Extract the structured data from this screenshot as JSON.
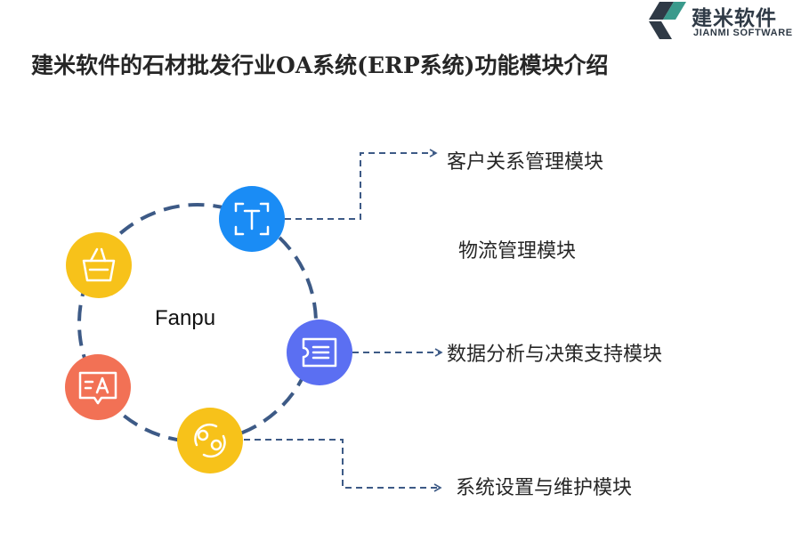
{
  "brand": {
    "name_cn": "建米软件",
    "name_en": "JIANMI SOFTWARE",
    "colors": {
      "dark": "#2f3a46",
      "accent": "#3a9a8c"
    }
  },
  "title": "建米软件的石材批发行业OA系统(ERP系统)功能模块介绍",
  "center_label": "Fanpu",
  "modules": [
    {
      "label": "客户关系管理模块"
    },
    {
      "label": "物流管理模块"
    },
    {
      "label": "数据分析与决策支持模块"
    },
    {
      "label": "系统设置与维护模块"
    }
  ],
  "icons": [
    {
      "name": "text-recognition-icon",
      "color": "#1a8cf5"
    },
    {
      "name": "basket-icon",
      "color": "#f7c21a"
    },
    {
      "name": "list-card-icon",
      "color": "#5b6ff2"
    },
    {
      "name": "translate-icon",
      "color": "#f27155"
    },
    {
      "name": "sync-icon",
      "color": "#f7c21a"
    }
  ],
  "colors": {
    "ring": "#3d5a86",
    "connector": "#3d5a86",
    "text": "#262626"
  }
}
